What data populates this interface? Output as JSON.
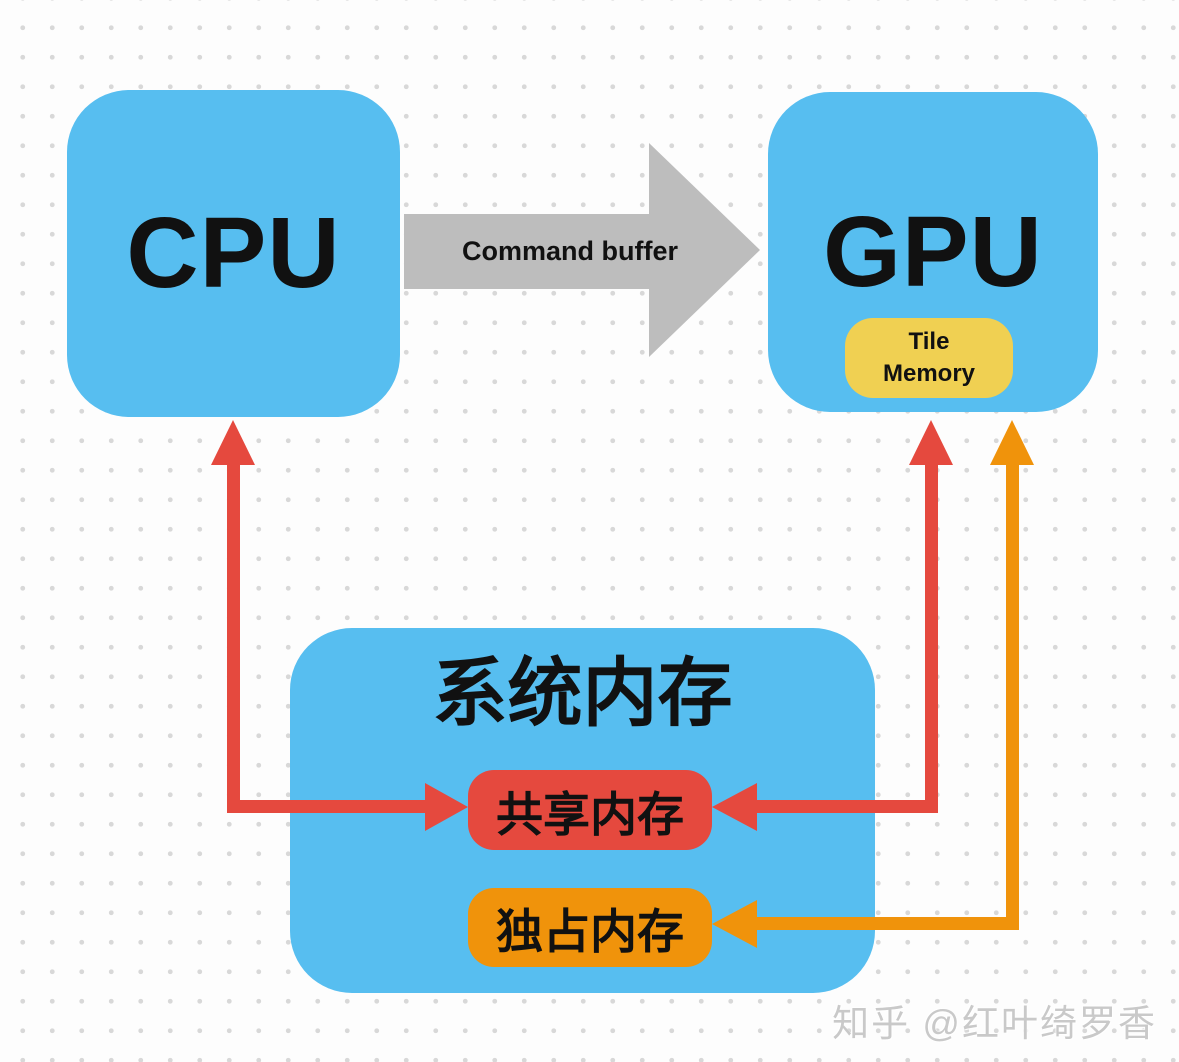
{
  "colors": {
    "node_blue": "#57BEF0",
    "red": "#E5493E",
    "orange": "#F0930B",
    "yellow": "#F0D052",
    "arrow_gray": "#BDBDBD",
    "background": "#FDFDFD",
    "background_dot": "#D8D8D8",
    "text": "#111111",
    "watermark": "#C9C9C9"
  },
  "nodes": {
    "cpu": {
      "label": "CPU"
    },
    "gpu": {
      "label": "GPU"
    },
    "tile_memory": {
      "label": "Tile\nMemory"
    },
    "system_memory": {
      "title": "系统内存"
    },
    "shared_memory": {
      "label": "共享内存"
    },
    "dedicated_memory": {
      "label": "独占内存"
    }
  },
  "arrows": {
    "command_buffer": {
      "label": "Command buffer",
      "from": "cpu",
      "to": "gpu",
      "style": "block-arrow",
      "color": "#BDBDBD"
    },
    "cpu_shared_memory": {
      "from": "shared_memory",
      "to": "cpu",
      "double_headed": true,
      "color": "#E5493E"
    },
    "gpu_shared_memory": {
      "from": "shared_memory",
      "to": "gpu",
      "double_headed": true,
      "color": "#E5493E"
    },
    "gpu_dedicated_memory": {
      "from": "dedicated_memory",
      "to": "gpu",
      "double_headed": true,
      "color": "#F0930B"
    }
  },
  "watermark": {
    "text": "知乎 @红叶绮罗香"
  }
}
